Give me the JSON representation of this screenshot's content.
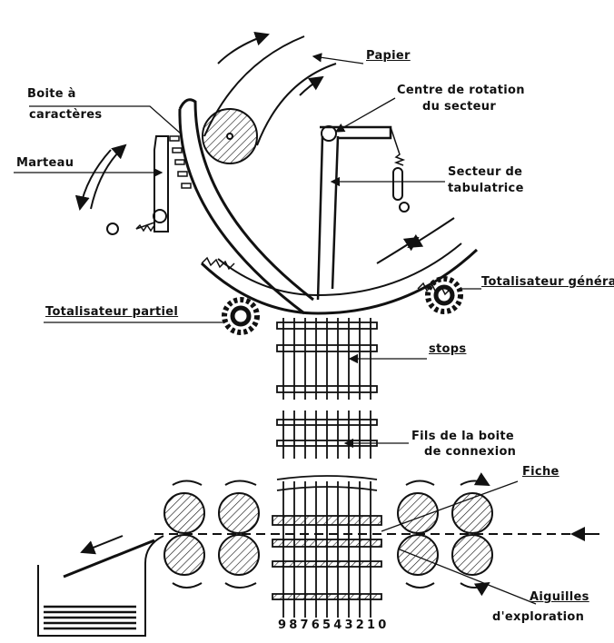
{
  "labels": {
    "papier": "Papier",
    "boite_line1": "Boite à",
    "boite_line2": "caractères",
    "centre_line1": "Centre de rotation",
    "centre_line2": "du secteur",
    "marteau": "Marteau",
    "secteur_line1": "Secteur de",
    "secteur_line2": "tabulatrice",
    "totalisateur_general": "Totalisateur général.",
    "totalisateur_partiel": "Totalisateur partiel",
    "stops": "stops",
    "fils_line1": "Fils de la boite",
    "fils_line2": "de connexion",
    "fiche": "Fiche",
    "aiguilles_line1": "Aiguilles",
    "aiguilles_line2": "d'exploration",
    "digits": "9876543210"
  },
  "colors": {
    "ink": "#111111",
    "paper": "#ffffff"
  }
}
